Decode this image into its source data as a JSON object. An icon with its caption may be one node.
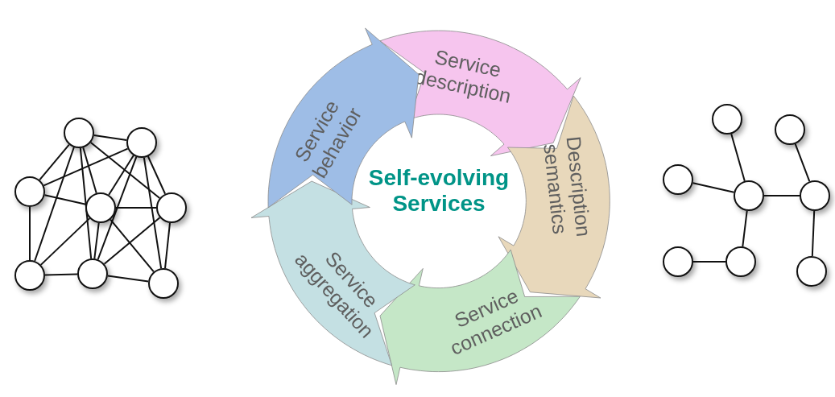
{
  "diagram": {
    "nodes": [
      {
        "text": [],
        "shape": "circle"
      },
      {
        "text": [],
        "shape": "circle"
      },
      {
        "text": [],
        "shape": "circle"
      },
      {
        "text": [],
        "shape": "circle"
      },
      {
        "text": [],
        "shape": "circle"
      },
      {
        "text": [],
        "shape": "circle"
      },
      {
        "text": [],
        "shape": "circle"
      },
      {
        "text": [],
        "shape": "circle"
      },
      {
        "text": [
          "Service description"
        ]
      },
      {
        "text": [
          "Description semantics"
        ]
      },
      {
        "text": [
          "Service connection"
        ]
      },
      {
        "text": [
          "Service aggregation"
        ]
      },
      {
        "text": [
          "Service behavior"
        ]
      },
      {
        "text": [],
        "shape": "circle"
      },
      {
        "text": [],
        "shape": "circle"
      },
      {
        "text": [],
        "shape": "circle"
      },
      {
        "text": [],
        "shape": "circle"
      },
      {
        "text": [],
        "shape": "circle"
      },
      {
        "text": [],
        "shape": "circle"
      },
      {
        "text": [],
        "shape": "circle"
      },
      {
        "text": [],
        "shape": "circle"
      }
    ],
    "edges": [
      {
        "from": 0,
        "to": 1,
        "arrow": "none"
      },
      {
        "from": 0,
        "to": 2,
        "arrow": "none"
      },
      {
        "from": 0,
        "to": 3,
        "arrow": "none"
      },
      {
        "from": 0,
        "to": 4,
        "arrow": "none"
      },
      {
        "from": 0,
        "to": 5,
        "arrow": "none"
      },
      {
        "from": 0,
        "to": 6,
        "arrow": "none"
      },
      {
        "from": 1,
        "to": 2,
        "arrow": "none"
      },
      {
        "from": 1,
        "to": 3,
        "arrow": "none"
      },
      {
        "from": 1,
        "to": 4,
        "arrow": "none"
      },
      {
        "from": 1,
        "to": 6,
        "arrow": "none"
      },
      {
        "from": 1,
        "to": 7,
        "arrow": "none"
      },
      {
        "from": 2,
        "to": 3,
        "arrow": "none"
      },
      {
        "from": 2,
        "to": 5,
        "arrow": "none"
      },
      {
        "from": 3,
        "to": 4,
        "arrow": "none"
      },
      {
        "from": 3,
        "to": 5,
        "arrow": "none"
      },
      {
        "from": 3,
        "to": 6,
        "arrow": "none"
      },
      {
        "from": 3,
        "to": 7,
        "arrow": "none"
      },
      {
        "from": 4,
        "to": 6,
        "arrow": "none"
      },
      {
        "from": 4,
        "to": 7,
        "arrow": "none"
      },
      {
        "from": 5,
        "to": 6,
        "arrow": "none"
      },
      {
        "from": 6,
        "to": 7,
        "arrow": "none"
      },
      {
        "from": 13,
        "to": 16,
        "arrow": "none"
      },
      {
        "from": 15,
        "to": 16,
        "arrow": "none"
      },
      {
        "from": 16,
        "to": 17,
        "arrow": "none"
      },
      {
        "from": 16,
        "to": 19,
        "arrow": "none"
      },
      {
        "from": 18,
        "to": 19,
        "arrow": "none"
      },
      {
        "from": 14,
        "to": 17,
        "arrow": "none"
      },
      {
        "from": 17,
        "to": 20,
        "arrow": "none"
      }
    ],
    "labels": [
      "Self-evolving Services"
    ]
  }
}
